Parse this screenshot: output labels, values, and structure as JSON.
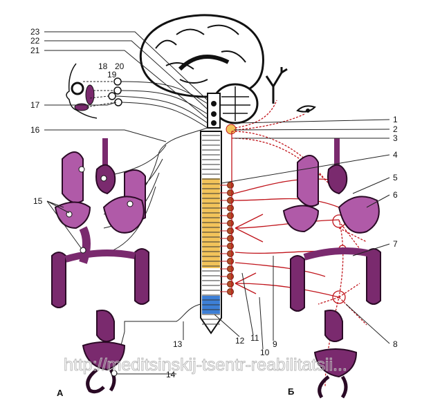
{
  "panel_labels": {
    "left": "А",
    "right": "Б"
  },
  "numbers": {
    "n1": "1",
    "n2": "2",
    "n3": "3",
    "n4": "4",
    "n5": "5",
    "n6": "6",
    "n7": "7",
    "n8": "8",
    "n9": "9",
    "n10": "10",
    "n11": "11",
    "n12": "12",
    "n13": "13",
    "n14": "14",
    "n15": "15",
    "n16": "16",
    "n17": "17",
    "n18": "18",
    "n19": "19",
    "n20": "20",
    "n21": "21",
    "n22": "22",
    "n23": "23"
  },
  "watermark": "http://meditsinskij-tsentr-reabilitatsii...",
  "colors": {
    "sympathetic": "#c0141b",
    "parasympathetic": "#222222",
    "thoracolumbar": "#f2c35a",
    "sacral": "#3d7fd6",
    "organs": "#7a2a6e"
  }
}
